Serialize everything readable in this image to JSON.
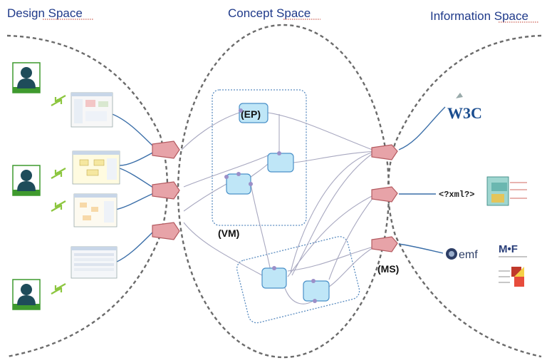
{
  "titles": {
    "design_space": "Design Space",
    "concept_space": "Concept Space",
    "information_space": "Information Space"
  },
  "labels": {
    "ep": "(EP)",
    "vm": "(VM)",
    "ms": "(MS)",
    "xml": "<?xml?>",
    "w3c": "W3C",
    "emf": "emf",
    "mof": "M•F"
  },
  "icons": {
    "user": "user-icon",
    "screenshot": "screenshot-thumbnail-icon",
    "link": "link-icon",
    "w3c": "w3c-logo-icon",
    "xml_doc": "xml-document-icon",
    "emf": "emf-logo-icon",
    "mof": "mof-logo-icon",
    "uml": "uml-logo-icon"
  },
  "colors": {
    "title": "#1f3a8a",
    "boundary": "#6b6b6b",
    "node_fill": "#bfe6f7",
    "port_fill": "#e7a3a8",
    "user_green": "#3f9a2e",
    "link_green": "#8cc63f"
  }
}
